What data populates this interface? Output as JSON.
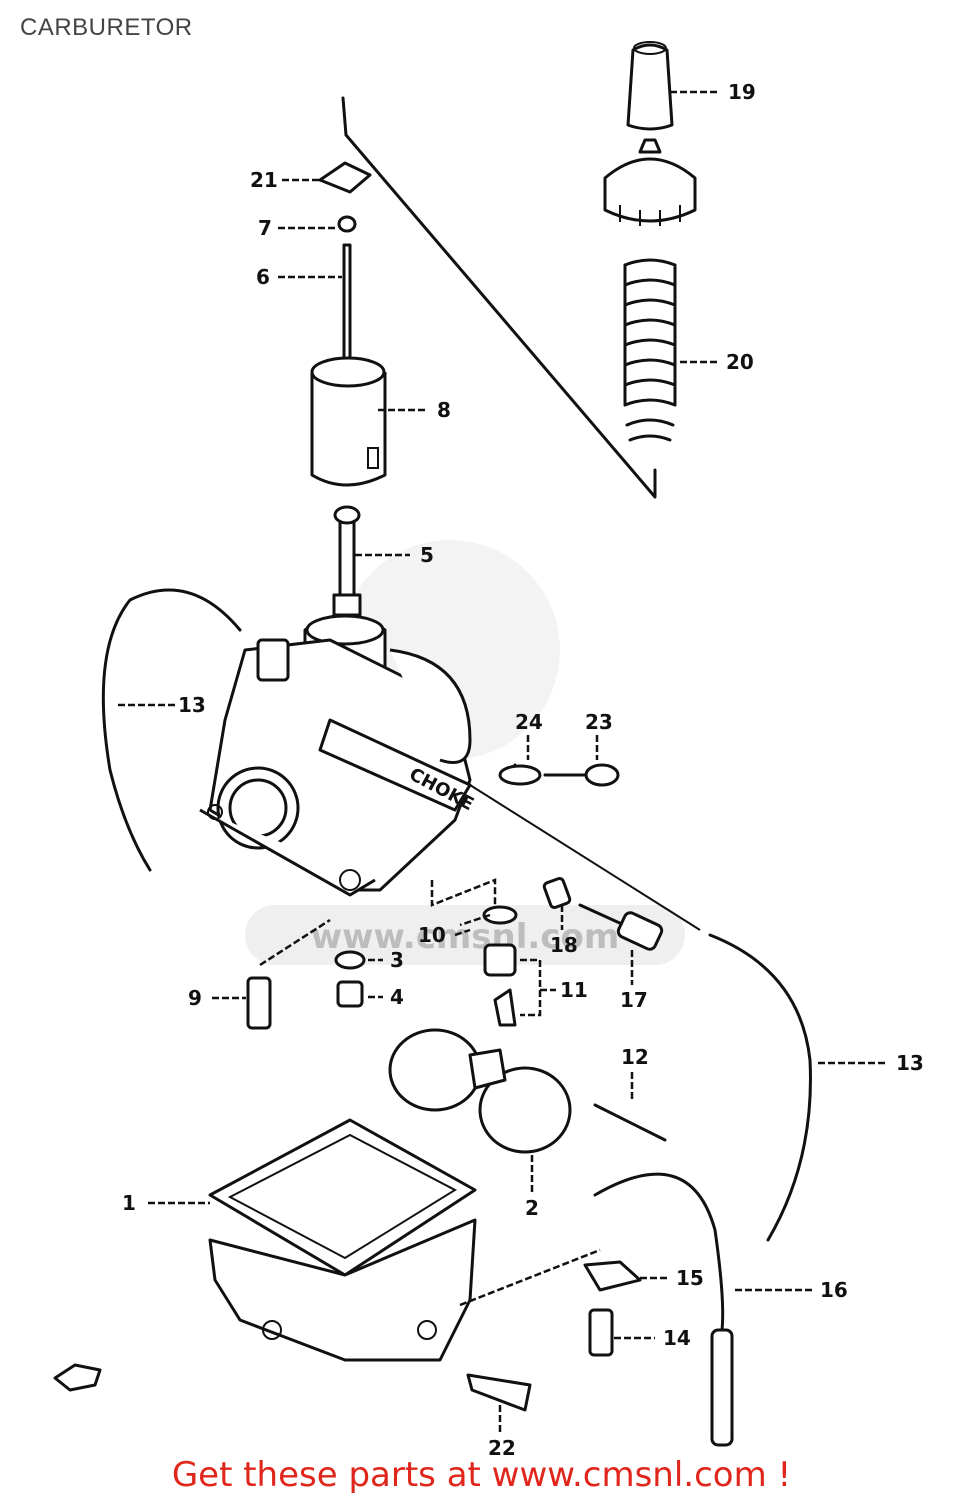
{
  "page": {
    "title": "CARBURETOR"
  },
  "diagram": {
    "callouts": {
      "c1": "1",
      "c2": "2",
      "c3": "3",
      "c4": "4",
      "c5": "5",
      "c6": "6",
      "c7": "7",
      "c8": "8",
      "c9": "9",
      "c10": "10",
      "c11": "11",
      "c12": "12",
      "c13a": "13",
      "c13b": "13",
      "c14": "14",
      "c15": "15",
      "c16": "16",
      "c17": "17",
      "c18": "18",
      "c19": "19",
      "c20": "20",
      "c21": "21",
      "c22": "22",
      "c23": "23",
      "c24": "24"
    },
    "choke_marking": "CHOKE",
    "watermark": "www.cmsnl.com"
  },
  "footer": {
    "cta": "Get these parts at www.cmsnl.com !"
  },
  "colors": {
    "cta": "#e0261b",
    "title": "#444444",
    "ink": "#111111"
  }
}
